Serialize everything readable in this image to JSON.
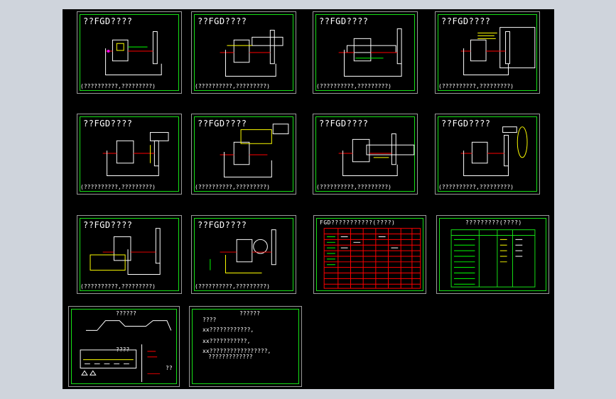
{
  "sheets": [
    {
      "title": "??FGD????",
      "caption": "(??????????,?????????)"
    },
    {
      "title": "??FGD????",
      "caption": "(??????????,?????????)"
    },
    {
      "title": "??FGD????",
      "caption": "(??????????,?????????)"
    },
    {
      "title": "??FGD????",
      "caption": "(??????????,?????????)"
    },
    {
      "title": "??FGD????",
      "caption": "(??????????,?????????)"
    },
    {
      "title": "??FGD????",
      "caption": "(??????????,?????????)"
    },
    {
      "title": "??FGD????",
      "caption": "(??????????,?????????)"
    },
    {
      "title": "??FGD????",
      "caption": "(??????????,?????????)"
    },
    {
      "title": "??FGD????",
      "caption": "(??????????,?????????)"
    },
    {
      "title": "??FGD????",
      "caption": "(??????????,?????????)"
    },
    {
      "title": "FGD???????????(????)"
    },
    {
      "title": "?????????(????)"
    }
  ],
  "sheet13": {
    "title": "??????",
    "subtitle": "????",
    "note": "??"
  },
  "sheet14": {
    "title": "??????",
    "heading": "????",
    "lines": [
      "xx????????????,",
      "xx???????????,",
      "xx?????????????????,",
      "?????????????"
    ]
  }
}
